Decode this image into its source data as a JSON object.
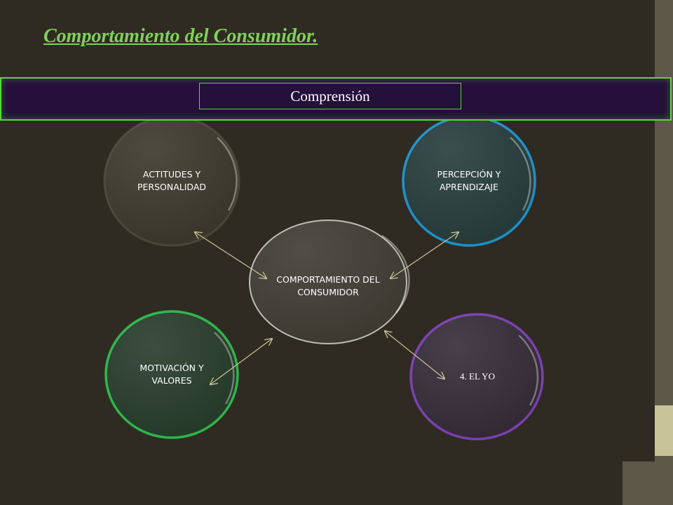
{
  "title": "Comportamiento del Consumidor.",
  "banner": {
    "label": "Comprensión"
  },
  "diagram": {
    "center": {
      "label": "COMPORTAMIENTO DEL CONSUMIDOR"
    },
    "nodes": [
      {
        "key": "actitudes",
        "label": "ACTITUDES Y PERSONALIDAD",
        "border": "#4a4638",
        "fill": "#3a362b"
      },
      {
        "key": "percepcion",
        "label": "PERCEPCIÓN Y APRENDIZAJE",
        "border": "#1e8fc8",
        "fill": "#263a3a"
      },
      {
        "key": "motivacion",
        "label": "MOTIVACIÓN Y VALORES",
        "border": "#2db44a",
        "fill": "#263a2a"
      },
      {
        "key": "yo",
        "label": "4. EL YO",
        "border": "#7a3fb0",
        "fill": "#332a36"
      }
    ],
    "arrow_color": "#c9c497"
  },
  "colors": {
    "background": "#2f2b22",
    "title": "#7fd15a",
    "banner_border": "#55d83a",
    "banner_fill": "#24103a"
  }
}
